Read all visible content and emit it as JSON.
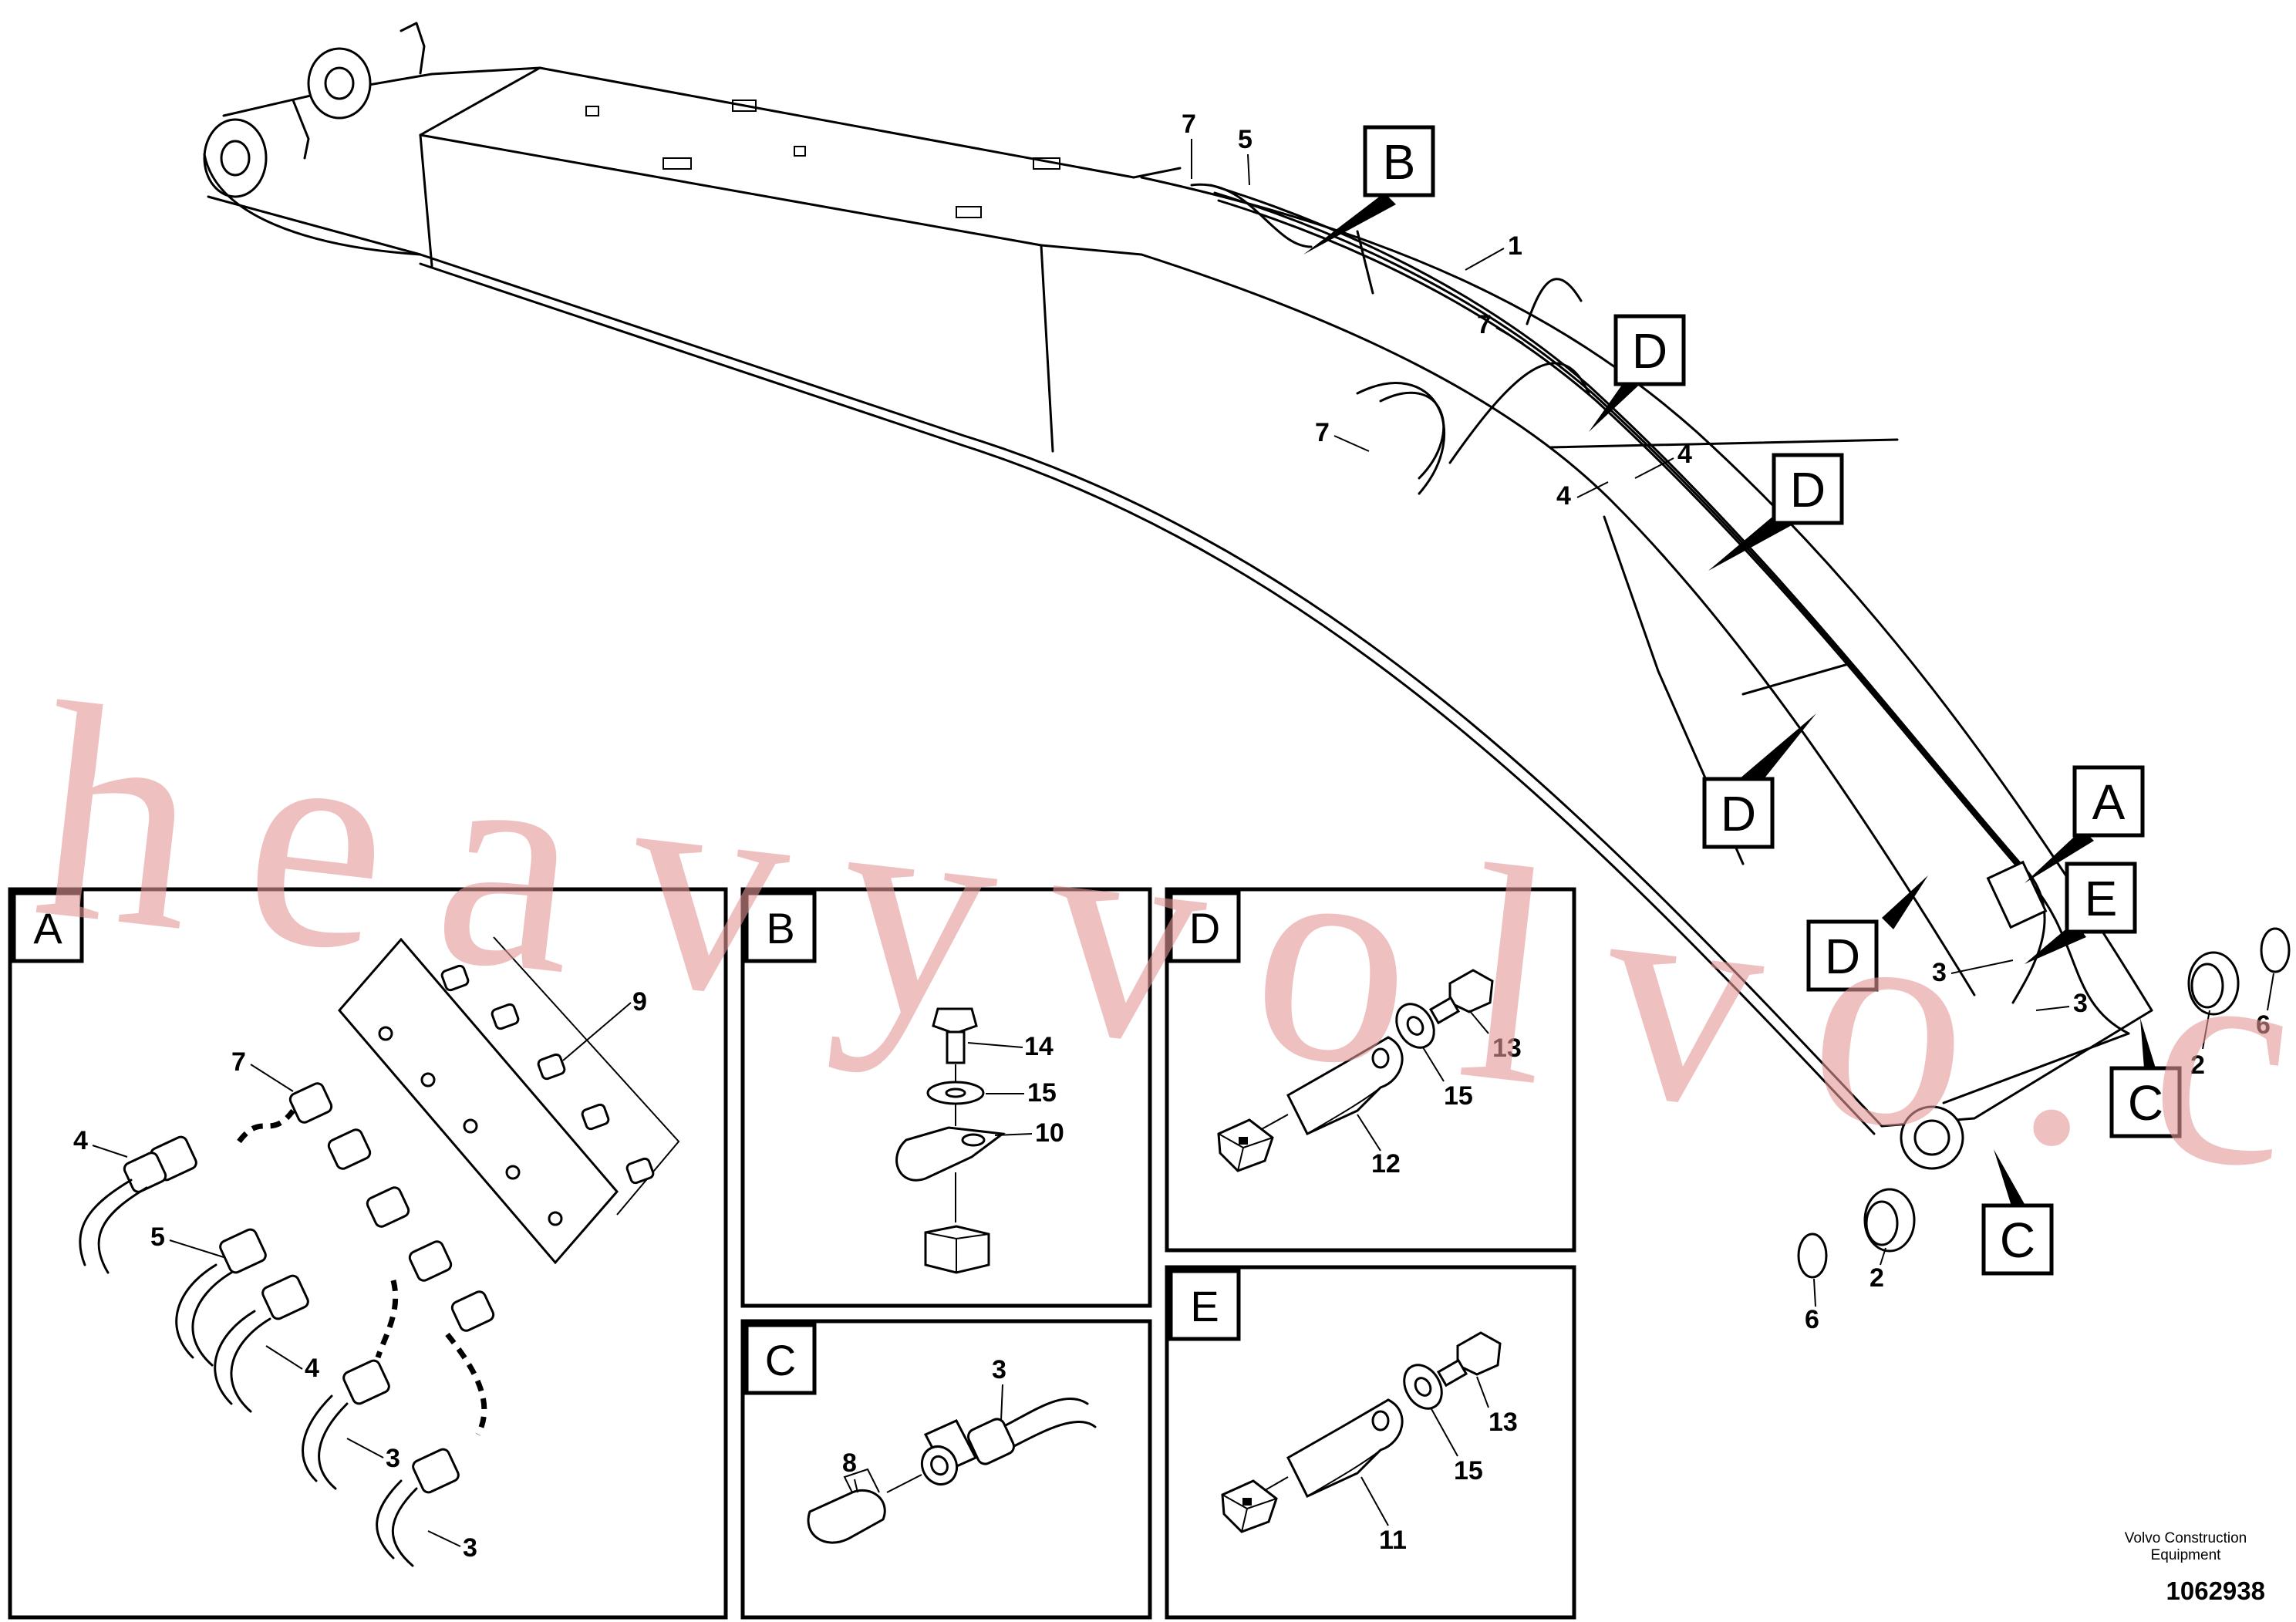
{
  "watermark": "heavyvolvo.com",
  "brand": {
    "line1": "Volvo Construction",
    "line2": "Equipment"
  },
  "doc_number": "1062938",
  "main_callouts": [
    {
      "id": "main-B",
      "letter": "B"
    },
    {
      "id": "main-D1",
      "letter": "D"
    },
    {
      "id": "main-D2",
      "letter": "D"
    },
    {
      "id": "main-D3",
      "letter": "D"
    },
    {
      "id": "main-D4",
      "letter": "D"
    },
    {
      "id": "main-A",
      "letter": "A"
    },
    {
      "id": "main-E",
      "letter": "E"
    },
    {
      "id": "main-C1",
      "letter": "C"
    },
    {
      "id": "main-C2",
      "letter": "C"
    }
  ],
  "main_part_numbers": {
    "p7a": "7",
    "p5": "5",
    "p1": "1",
    "p7b": "7",
    "p7c": "7",
    "p4a": "4",
    "p4b": "4",
    "p3a": "3",
    "p3b": "3",
    "p2a": "2",
    "p6a": "6",
    "p2b": "2",
    "p6b": "6"
  },
  "panels": {
    "A": {
      "label": "A",
      "parts": {
        "n9": "9",
        "n7": "7",
        "n4a": "4",
        "n5": "5",
        "n4b": "4",
        "n3a": "3",
        "n3b": "3"
      }
    },
    "B": {
      "label": "B",
      "parts": {
        "n14": "14",
        "n15": "15",
        "n10": "10"
      }
    },
    "C": {
      "label": "C",
      "parts": {
        "n3": "3",
        "n8": "8"
      }
    },
    "D": {
      "label": "D",
      "parts": {
        "n13": "13",
        "n15": "15",
        "n12": "12"
      }
    },
    "E": {
      "label": "E",
      "parts": {
        "n13": "13",
        "n15": "15",
        "n11": "11"
      }
    }
  }
}
